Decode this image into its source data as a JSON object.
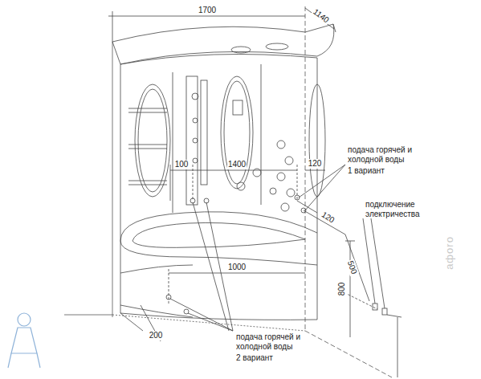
{
  "diagram": {
    "labels": [
      "1700",
      "1140",
      "1400",
      "100",
      "120",
      "подача горячей и холодной воды",
      "1 вариант",
      "подключение электричества",
      "120",
      "500",
      "800",
      "1000",
      "200",
      "подача горячей и холодной воды",
      "2 вариант",
      "aфoro"
    ]
  }
}
